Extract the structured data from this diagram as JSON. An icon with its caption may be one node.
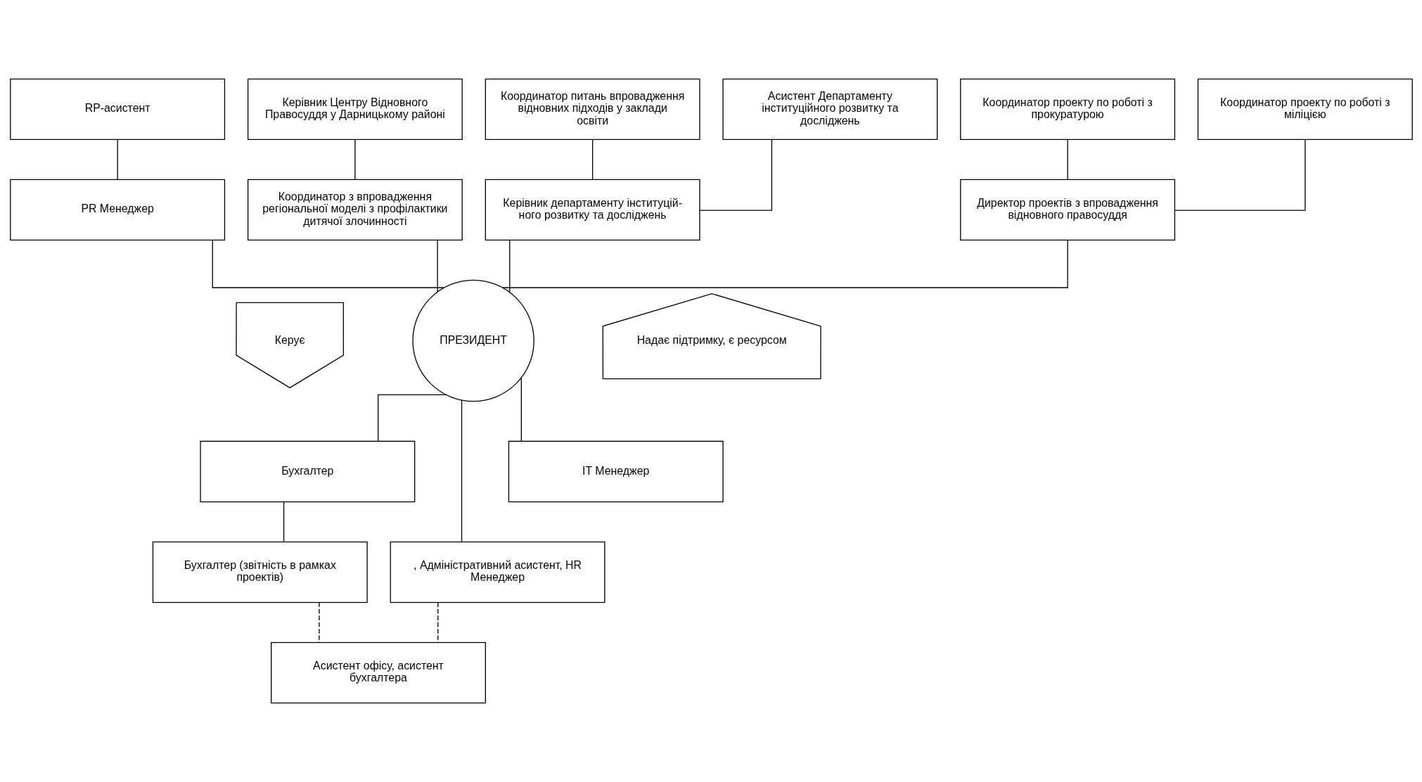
{
  "diagram": {
    "nodes": [
      {
        "text": [
          "RP-асистент"
        ]
      },
      {
        "text": [
          "PR Менеджер"
        ]
      },
      {
        "text": [
          "Керівник Центру Відновного Правосуддя у Дарницькому районі"
        ]
      },
      {
        "text": [
          "Координатор з впровадження регіональної моделі з профілактики дитячої злочинності"
        ]
      },
      {
        "text": [
          "Координатор питань впровадження відновних підходів у заклади освіти"
        ]
      },
      {
        "text": [
          "Асистент Департаменту інституційного розвитку та досліджень"
        ]
      },
      {
        "text": [
          "Керівник департаменту інституцій- ного розвитку та досліджень"
        ]
      },
      {
        "text": [
          "Координатор проекту по роботі з прокуратурою"
        ]
      },
      {
        "text": [
          "Координатор проекту по роботі з міліцією"
        ]
      },
      {
        "text": [
          "Директор проектів з впровадження відновного правосуддя"
        ]
      },
      {
        "text": [
          "Керує"
        ]
      },
      {
        "text": [
          "ПРЕЗИДЕНТ"
        ]
      },
      {
        "text": [
          "Надає підтримку, є ресурсом"
        ]
      },
      {
        "text": [
          "Бухгалтер"
        ]
      },
      {
        "text": [
          ", Адміністративний асистент, HR Менеджер"
        ]
      },
      {
        "text": [
          "IT Менеджер"
        ]
      },
      {
        "text": [
          "Бухгалтер (звітність в рамках проектів)"
        ]
      },
      {
        "text": [
          "Асистент офісу, асистент бухгалтера"
        ]
      }
    ],
    "edges": [
      {
        "from": 0,
        "to": 1,
        "arrow": "none"
      },
      {
        "from": 2,
        "to": 3,
        "arrow": "none"
      },
      {
        "from": 4,
        "to": 6,
        "arrow": "none"
      },
      {
        "from": 5,
        "to": 6,
        "arrow": "none"
      },
      {
        "from": 7,
        "to": 9,
        "arrow": "none"
      },
      {
        "from": 8,
        "to": 9,
        "arrow": "none"
      },
      {
        "from": 1,
        "to": 11,
        "arrow": "none"
      },
      {
        "from": 3,
        "to": 11,
        "arrow": "none"
      },
      {
        "from": 6,
        "to": 11,
        "arrow": "none"
      },
      {
        "from": 9,
        "to": 11,
        "arrow": "none"
      },
      {
        "from": 11,
        "to": 13,
        "arrow": "none"
      },
      {
        "from": 11,
        "to": 14,
        "arrow": "none"
      },
      {
        "from": 11,
        "to": 15,
        "arrow": "none"
      },
      {
        "from": 13,
        "to": 16,
        "arrow": "none"
      },
      {
        "from": 16,
        "to": 17,
        "arrow": "none",
        "style": "dashed"
      },
      {
        "from": 14,
        "to": 17,
        "arrow": "none",
        "style": "dashed"
      }
    ]
  }
}
